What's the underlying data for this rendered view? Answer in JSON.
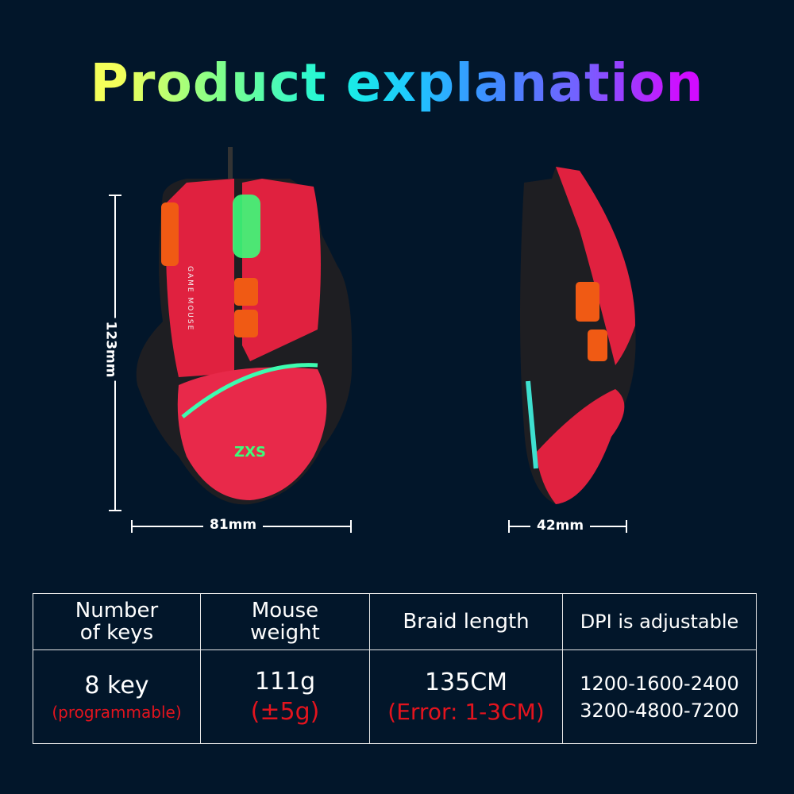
{
  "title": "Product explanation",
  "dimensions": {
    "height": "123mm",
    "width": "81mm",
    "depth": "42mm"
  },
  "logo_text": "ZXS",
  "side_text": "GAME MOUSE",
  "colors": {
    "background": "#02162a",
    "mouse_red": "#e0213f",
    "mouse_black": "#1e1e22",
    "accent_orange": "#f05a14",
    "glow_green": "#3dfc7a",
    "note_red": "#e3141e"
  },
  "table": {
    "headers": [
      {
        "line1": "Number",
        "line2": "of keys"
      },
      {
        "line1": "Mouse",
        "line2": "weight"
      },
      {
        "line1": "Braid length",
        "line2": ""
      },
      {
        "line1": "DPI is adjustable",
        "line2": ""
      }
    ],
    "values": [
      {
        "main": "8 key",
        "note": "(programmable)"
      },
      {
        "main": "111g",
        "note": "(±5g)"
      },
      {
        "main": "135CM",
        "note": "(Error: 1-3CM)"
      },
      {
        "main": "1200-1600-2400",
        "note": "3200-4800-7200"
      }
    ]
  }
}
